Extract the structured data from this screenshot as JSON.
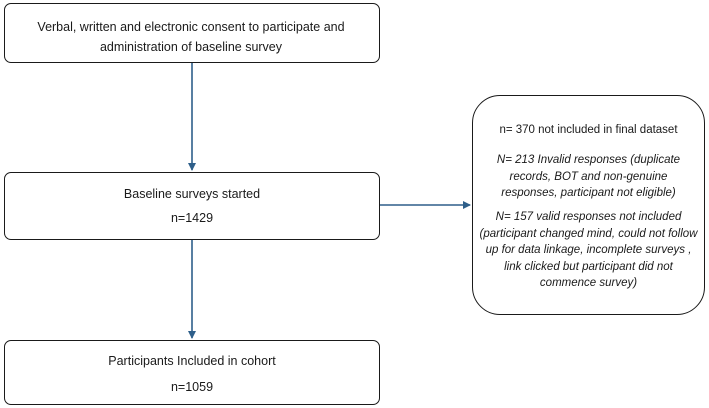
{
  "diagram": {
    "consent_box": {
      "text": "Verbal, written and electronic consent to participate and administration of baseline survey"
    },
    "started_box": {
      "title": "Baseline surveys started",
      "count": "n=1429"
    },
    "cohort_box": {
      "title": "Participants Included in cohort",
      "count": "n=1059"
    },
    "excluded_box": {
      "header": "n= 370 not included in final dataset",
      "invalid": "N= 213 Invalid responses (duplicate records, BOT and non-genuine responses, participant not eligible)",
      "valid_not_included": "N=  157 valid responses not included (participant changed mind, could not follow up for data linkage, incomplete surveys , link clicked but participant did not commence survey)"
    },
    "colors": {
      "arrow": "#2e5f8a",
      "border": "#1a1a1a"
    }
  }
}
